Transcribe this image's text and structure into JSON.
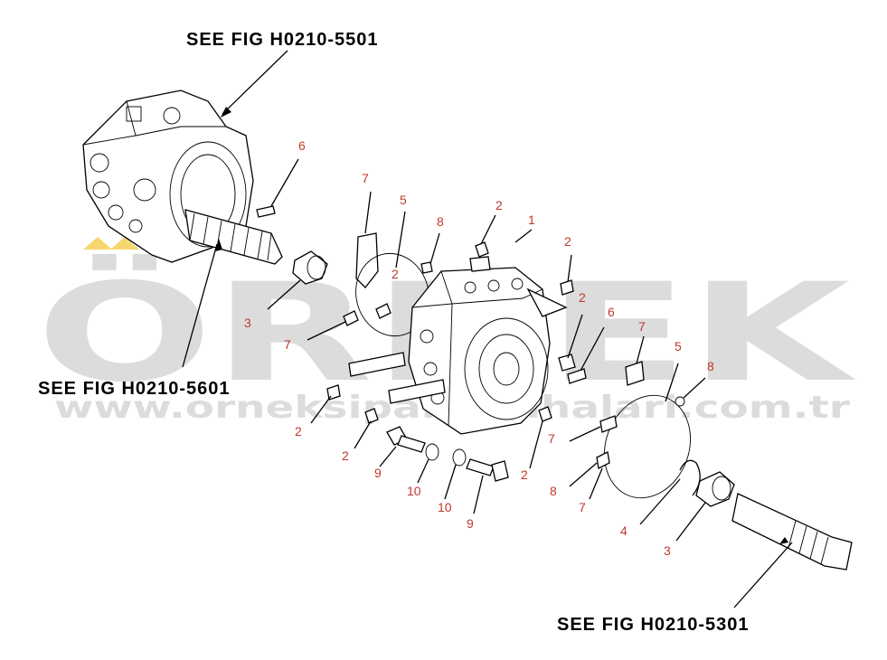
{
  "figure_refs": [
    {
      "id": "ref-5501",
      "text": "SEE  FIG  H0210-5501"
    },
    {
      "id": "ref-5601",
      "text": "SEE  FIG  H0210-5601"
    },
    {
      "id": "ref-5301",
      "text": "SEE  FIG  H0210-5301"
    }
  ],
  "watermark": {
    "big": "ÖRNEK",
    "url": "www.orneksiparisnahalari.com.tr"
  },
  "colors": {
    "label": "#c0392b",
    "line": "#000000",
    "watermark": "#dcdcdc",
    "accent": "#f5d76e"
  },
  "part_numbers": {
    "p6a": "6",
    "p7a": "7",
    "p5a": "5",
    "p8a": "8",
    "p2a": "2",
    "p1": "1",
    "p2b": "2",
    "p2c": "2",
    "p2d": "2",
    "p3a": "3",
    "p7b": "7",
    "p6b": "6",
    "p7c": "7",
    "p5b": "5",
    "p8b": "8",
    "p2e": "2",
    "p2f": "2",
    "p7d": "7",
    "p2g": "2",
    "p9a": "9",
    "p10a": "10",
    "p10b": "10",
    "p9b": "9",
    "p8c": "8",
    "p7e": "7",
    "p4": "4",
    "p3b": "3"
  }
}
